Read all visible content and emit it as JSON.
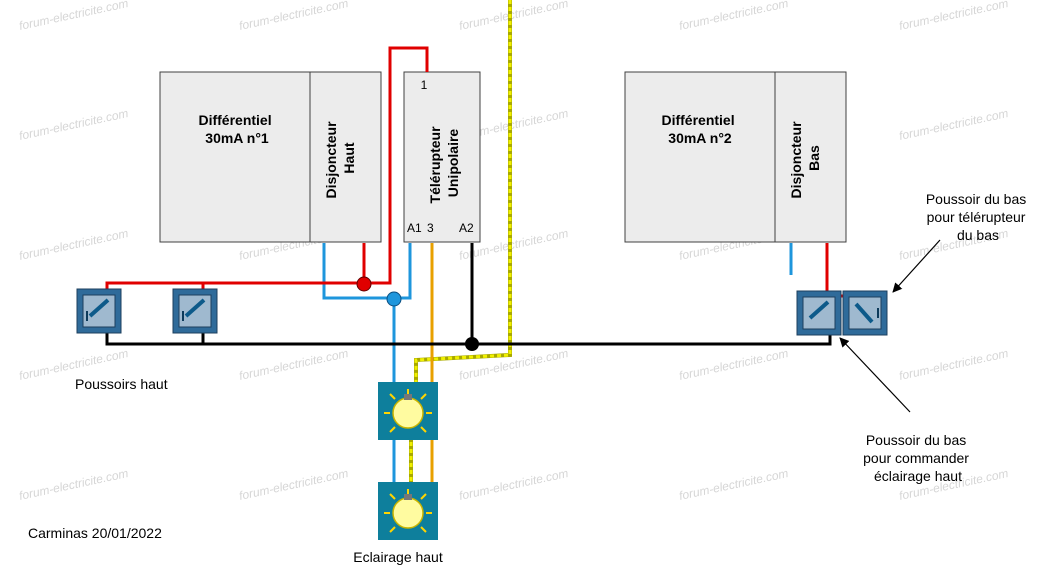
{
  "watermark": "forum-electricite.com",
  "devices": {
    "diff1": "Différentiel\n30mA n°1",
    "breaker_top": "Disjoncteur\nHaut",
    "relay": "Télérupteur\nUnipolaire",
    "relay_t1": "1",
    "relay_a1": "A1",
    "relay_t3": "3",
    "relay_a2": "A2",
    "diff2": "Différentiel\n30mA n°2",
    "breaker_bottom": "Disjoncteur\nBas"
  },
  "labels": {
    "push_top": "Poussoirs haut",
    "push_bottom_relay": "Poussoir du bas\npour télérupteur\ndu bas",
    "push_bottom_light": "Poussoir du bas\npour commander\néclairage haut",
    "lighting": "Eclairage haut",
    "author": "Carminas 20/01/2022"
  },
  "colors": {
    "phase": "#e00000",
    "neutral": "#1e96dc",
    "return": "#000000",
    "relay_wire": "#e8a000",
    "earth": "#e8e800",
    "device_fill": "#ececec",
    "device_border": "#404040",
    "push_fill": "#5a8fb8",
    "lamp_fill": "#0e7f9c"
  }
}
